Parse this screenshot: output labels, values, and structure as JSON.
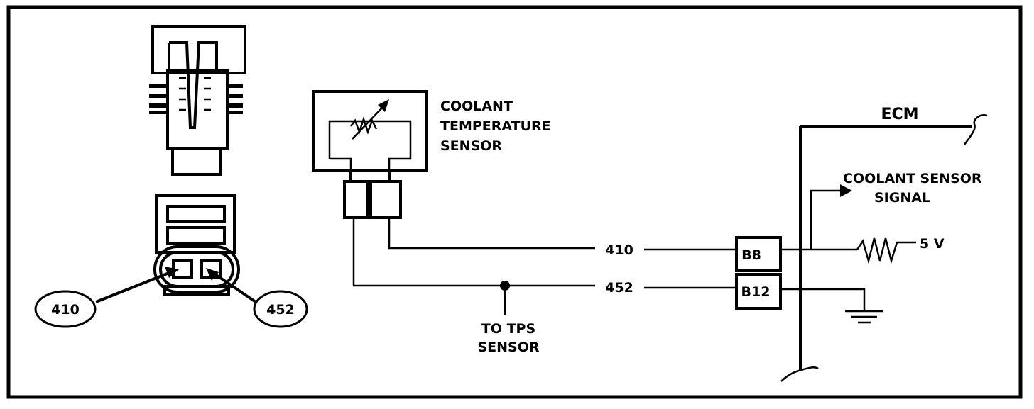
{
  "sensor_label": [
    "COOLANT",
    "TEMPERATURE",
    "SENSOR"
  ],
  "ecm_label": "ECM",
  "signal_label": [
    "COOLANT SENSOR",
    "SIGNAL"
  ],
  "voltage_label": "5 V",
  "tps_label": [
    "TO TPS",
    "SENSOR"
  ],
  "wires": {
    "wire_410": "410",
    "wire_452": "452"
  },
  "pins": {
    "pin_b8": "B8",
    "pin_b12": "B12"
  },
  "callouts": {
    "left": "410",
    "right": "452"
  }
}
